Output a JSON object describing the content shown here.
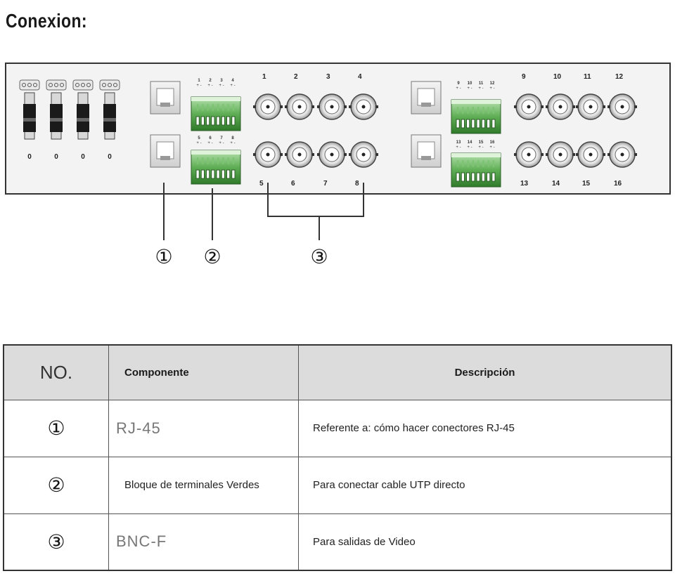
{
  "title": "Conexion:",
  "panel": {
    "switch_labels": [
      "0",
      "0",
      "0",
      "0"
    ],
    "terminal_labels_top_left": [
      "1",
      "2",
      "3",
      "4"
    ],
    "terminal_labels_mid_left": [
      "5",
      "6",
      "7",
      "8"
    ],
    "terminal_labels_top_right": [
      "9",
      "10",
      "11",
      "12"
    ],
    "terminal_labels_mid_right": [
      "13",
      "14",
      "15",
      "16"
    ],
    "bnc_top_left": [
      "1",
      "2",
      "3",
      "4"
    ],
    "bnc_bottom_left": [
      "5",
      "6",
      "7",
      "8"
    ],
    "bnc_top_right": [
      "9",
      "10",
      "11",
      "12"
    ],
    "bnc_bottom_right": [
      "13",
      "14",
      "15",
      "16"
    ],
    "callouts": [
      "①",
      "②",
      "③"
    ]
  },
  "table": {
    "headers": {
      "no": "NO.",
      "component": "Componente",
      "description": "Descripción"
    },
    "rows": [
      {
        "no": "①",
        "component": "RJ-45",
        "description": "Referente a: cómo hacer conectores RJ-45"
      },
      {
        "no": "②",
        "component": "Bloque de terminales Verdes",
        "description": "Para conectar cable UTP directo"
      },
      {
        "no": "③",
        "component": "BNC-F",
        "description": "Para salidas de Video"
      }
    ]
  }
}
